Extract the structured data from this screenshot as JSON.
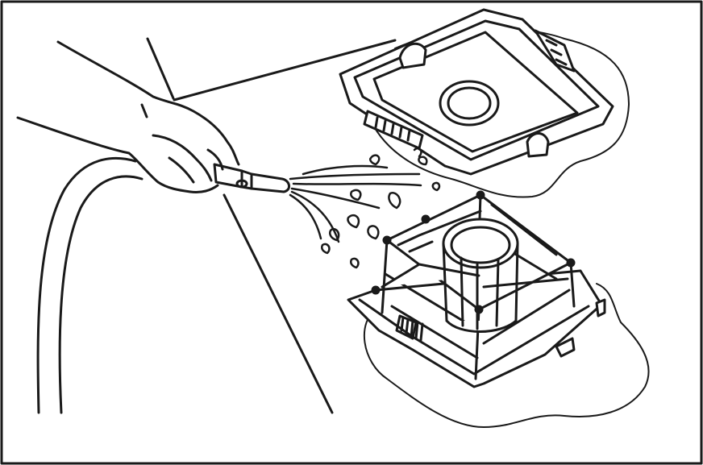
{
  "illustration": {
    "subject": "hose-rinsing-filter-parts",
    "colors": {
      "ink": "#1a1a1a",
      "paper": "#ffffff",
      "frame": "#1a1a1a"
    },
    "parts": [
      "hand-with-hose",
      "filter-lid",
      "filter-basket",
      "water-spray",
      "water-puddle"
    ]
  }
}
